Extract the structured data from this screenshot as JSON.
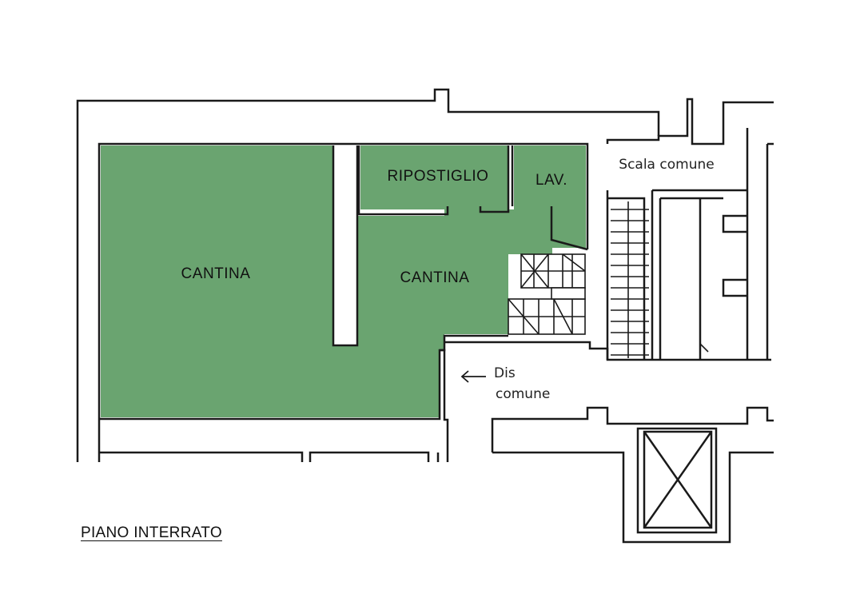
{
  "plan": {
    "fill_color": "#6aa470",
    "wall_color": "#1a1a1a",
    "rooms": {
      "cantina_main": "CANTINA",
      "ripostiglio": "RIPOSTIGLIO",
      "lavanderia": "LAV.",
      "cantina_second": "CANTINA"
    },
    "annotations": {
      "stair": "Scala comune",
      "dis_line1": "Dis",
      "dis_line2": "comune"
    }
  },
  "floor_title": "PIANO INTERRATO"
}
